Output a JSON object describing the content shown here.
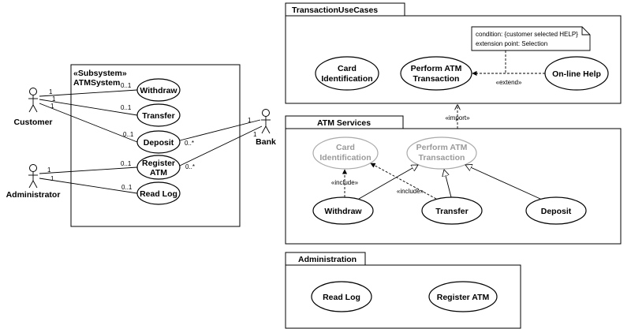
{
  "subsystem": {
    "stereotype": "«Subsystem»",
    "name": "ATMSystem",
    "use_cases": {
      "withdraw": "Withdraw",
      "transfer": "Transfer",
      "deposit": "Deposit",
      "register_atm_line1": "Register",
      "register_atm_line2": "ATM",
      "read_log": "Read Log"
    }
  },
  "actors": {
    "customer": "Customer",
    "administrator": "Administrator",
    "bank": "Bank"
  },
  "multiplicities": {
    "customer_withdraw_actor": "1",
    "customer_withdraw_uc": "0..1",
    "customer_transfer_actor": "1",
    "customer_transfer_uc": "0..1",
    "customer_deposit_actor": "1",
    "customer_deposit_uc": "0..1",
    "admin_register_actor": "1",
    "admin_register_uc": "0..1",
    "admin_readlog_actor": "1",
    "admin_readlog_uc": "0..1",
    "bank_deposit_bank": "1",
    "bank_deposit_uc": "0..*",
    "bank_register_bank": "1",
    "bank_register_uc": "0..*"
  },
  "packages": {
    "transaction_use_cases": {
      "name": "TransactionUseCases",
      "card_identification_line1": "Card",
      "card_identification_line2": "Identification",
      "perform_atm_line1": "Perform ATM",
      "perform_atm_line2": "Transaction",
      "online_help": "On-line Help",
      "extend_label": "«extend»",
      "note_line1": "condition: {customer selected HELP}",
      "note_line2": "extension point: Selection"
    },
    "atm_services": {
      "name": "ATM Services",
      "import_label": "«import»",
      "card_identification_line1": "Card",
      "card_identification_line2": "Identification",
      "perform_atm_line1": "Perform ATM",
      "perform_atm_line2": "Transaction",
      "include_label_1": "«include»",
      "include_label_2": "«include»",
      "withdraw": "Withdraw",
      "transfer": "Transfer",
      "deposit": "Deposit"
    },
    "administration": {
      "name": "Administration",
      "read_log": "Read Log",
      "register_atm": "Register ATM"
    }
  }
}
